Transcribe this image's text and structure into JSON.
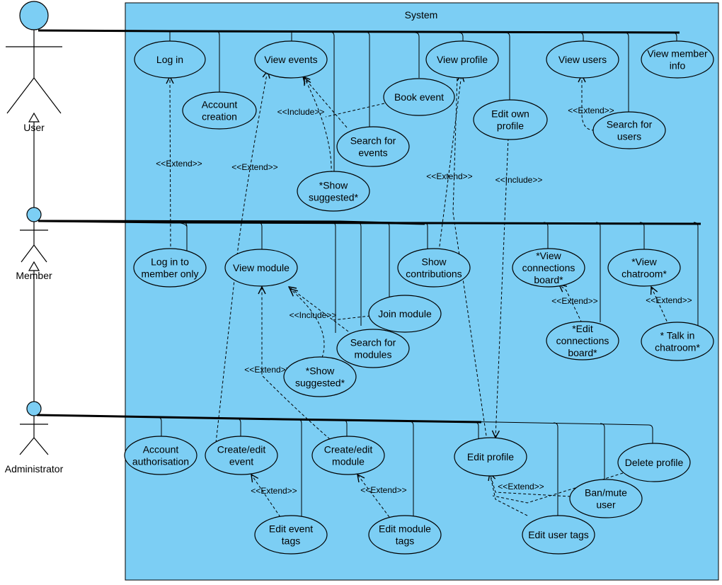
{
  "system": {
    "title": "System",
    "fill": "#7ccef4"
  },
  "actors": [
    {
      "id": "user",
      "name": "User"
    },
    {
      "id": "member",
      "name": "Member"
    },
    {
      "id": "admin",
      "name": "Administrator"
    }
  ],
  "use_cases": [
    {
      "id": "login",
      "lines": [
        "Log in"
      ]
    },
    {
      "id": "acc_create",
      "lines": [
        "Account",
        "creation"
      ]
    },
    {
      "id": "view_events",
      "lines": [
        "View events"
      ]
    },
    {
      "id": "book_event",
      "lines": [
        "Book event"
      ]
    },
    {
      "id": "search_events",
      "lines": [
        "Search for",
        "events"
      ]
    },
    {
      "id": "show_sugg1",
      "lines": [
        "*Show",
        "suggested*"
      ]
    },
    {
      "id": "view_profile",
      "lines": [
        "View profile"
      ]
    },
    {
      "id": "edit_own",
      "lines": [
        "Edit own",
        "profile"
      ]
    },
    {
      "id": "view_users",
      "lines": [
        "View users"
      ]
    },
    {
      "id": "search_users",
      "lines": [
        "Search for",
        "users"
      ]
    },
    {
      "id": "view_member_info",
      "lines": [
        "View member",
        "info"
      ]
    },
    {
      "id": "login_member",
      "lines": [
        "Log in to",
        "member only"
      ]
    },
    {
      "id": "view_module",
      "lines": [
        "View module"
      ]
    },
    {
      "id": "show_contrib",
      "lines": [
        "Show",
        "contributions"
      ]
    },
    {
      "id": "join_module",
      "lines": [
        "Join module"
      ]
    },
    {
      "id": "search_modules",
      "lines": [
        "Search for",
        "modules"
      ]
    },
    {
      "id": "show_sugg2",
      "lines": [
        "*Show",
        "suggested*"
      ]
    },
    {
      "id": "view_conn",
      "lines": [
        "*View",
        "connections",
        "board*"
      ]
    },
    {
      "id": "edit_conn",
      "lines": [
        "*Edit",
        "connections",
        "board*"
      ]
    },
    {
      "id": "view_chat",
      "lines": [
        "*View",
        "chatroom*"
      ]
    },
    {
      "id": "talk_chat",
      "lines": [
        "* Talk in",
        "chatroom*"
      ]
    },
    {
      "id": "acc_auth",
      "lines": [
        "Account",
        "authorisation"
      ]
    },
    {
      "id": "ce_event",
      "lines": [
        "Create/edit",
        "event"
      ]
    },
    {
      "id": "ce_module",
      "lines": [
        "Create/edit",
        "module"
      ]
    },
    {
      "id": "edit_profile",
      "lines": [
        "Edit profile"
      ]
    },
    {
      "id": "delete_profile",
      "lines": [
        "Delete profile"
      ]
    },
    {
      "id": "ban_mute",
      "lines": [
        "Ban/mute",
        "user"
      ]
    },
    {
      "id": "edit_event_tags",
      "lines": [
        "Edit event",
        "tags"
      ]
    },
    {
      "id": "edit_module_tags",
      "lines": [
        "Edit module",
        "tags"
      ]
    },
    {
      "id": "edit_user_tags",
      "lines": [
        "Edit user tags"
      ]
    }
  ],
  "relations": [
    {
      "id": "r1",
      "from": "login_member",
      "to": "login",
      "label": "<<Extend>>"
    },
    {
      "id": "r2",
      "from": "search_events",
      "to": "view_events",
      "label": "<<Include>>"
    },
    {
      "id": "r3",
      "from": "book_event",
      "to": "view_events",
      "label": ""
    },
    {
      "id": "r4",
      "from": "show_sugg1",
      "to": "view_events",
      "label": ""
    },
    {
      "id": "r5",
      "from": "ce_event",
      "to": "view_events",
      "label": "<<Extend>>"
    },
    {
      "id": "r6",
      "from": "show_contrib",
      "to": "view_profile",
      "label": "<<Extend>>"
    },
    {
      "id": "r7",
      "from": "edit_profile",
      "to": "view_profile",
      "label": ""
    },
    {
      "id": "r8",
      "from": "edit_own",
      "to": "edit_profile",
      "label": "<<Include>>"
    },
    {
      "id": "r9",
      "from": "search_users",
      "to": "view_users",
      "label": "<<Extend>>"
    },
    {
      "id": "r10",
      "from": "search_modules",
      "to": "view_module",
      "label": "<<Include>>"
    },
    {
      "id": "r11",
      "from": "join_module",
      "to": "view_module",
      "label": ""
    },
    {
      "id": "r12",
      "from": "show_sugg2",
      "to": "view_module",
      "label": ""
    },
    {
      "id": "r13",
      "from": "ce_module",
      "to": "view_module",
      "label": "<<Extend>>"
    },
    {
      "id": "r14",
      "from": "edit_conn",
      "to": "view_conn",
      "label": "<<Extend>>"
    },
    {
      "id": "r15",
      "from": "talk_chat",
      "to": "view_chat",
      "label": "<<Extend>>"
    },
    {
      "id": "r16",
      "from": "edit_event_tags",
      "to": "ce_event",
      "label": "<<Extend>>"
    },
    {
      "id": "r17",
      "from": "edit_module_tags",
      "to": "ce_module",
      "label": "<<Extend>>"
    },
    {
      "id": "r18",
      "from": "ban_mute",
      "to": "edit_profile",
      "label": "<<Extend>>"
    },
    {
      "id": "r19",
      "from": "delete_profile",
      "to": "edit_profile",
      "label": ""
    },
    {
      "id": "r20",
      "from": "edit_user_tags",
      "to": "edit_profile",
      "label": ""
    }
  ]
}
